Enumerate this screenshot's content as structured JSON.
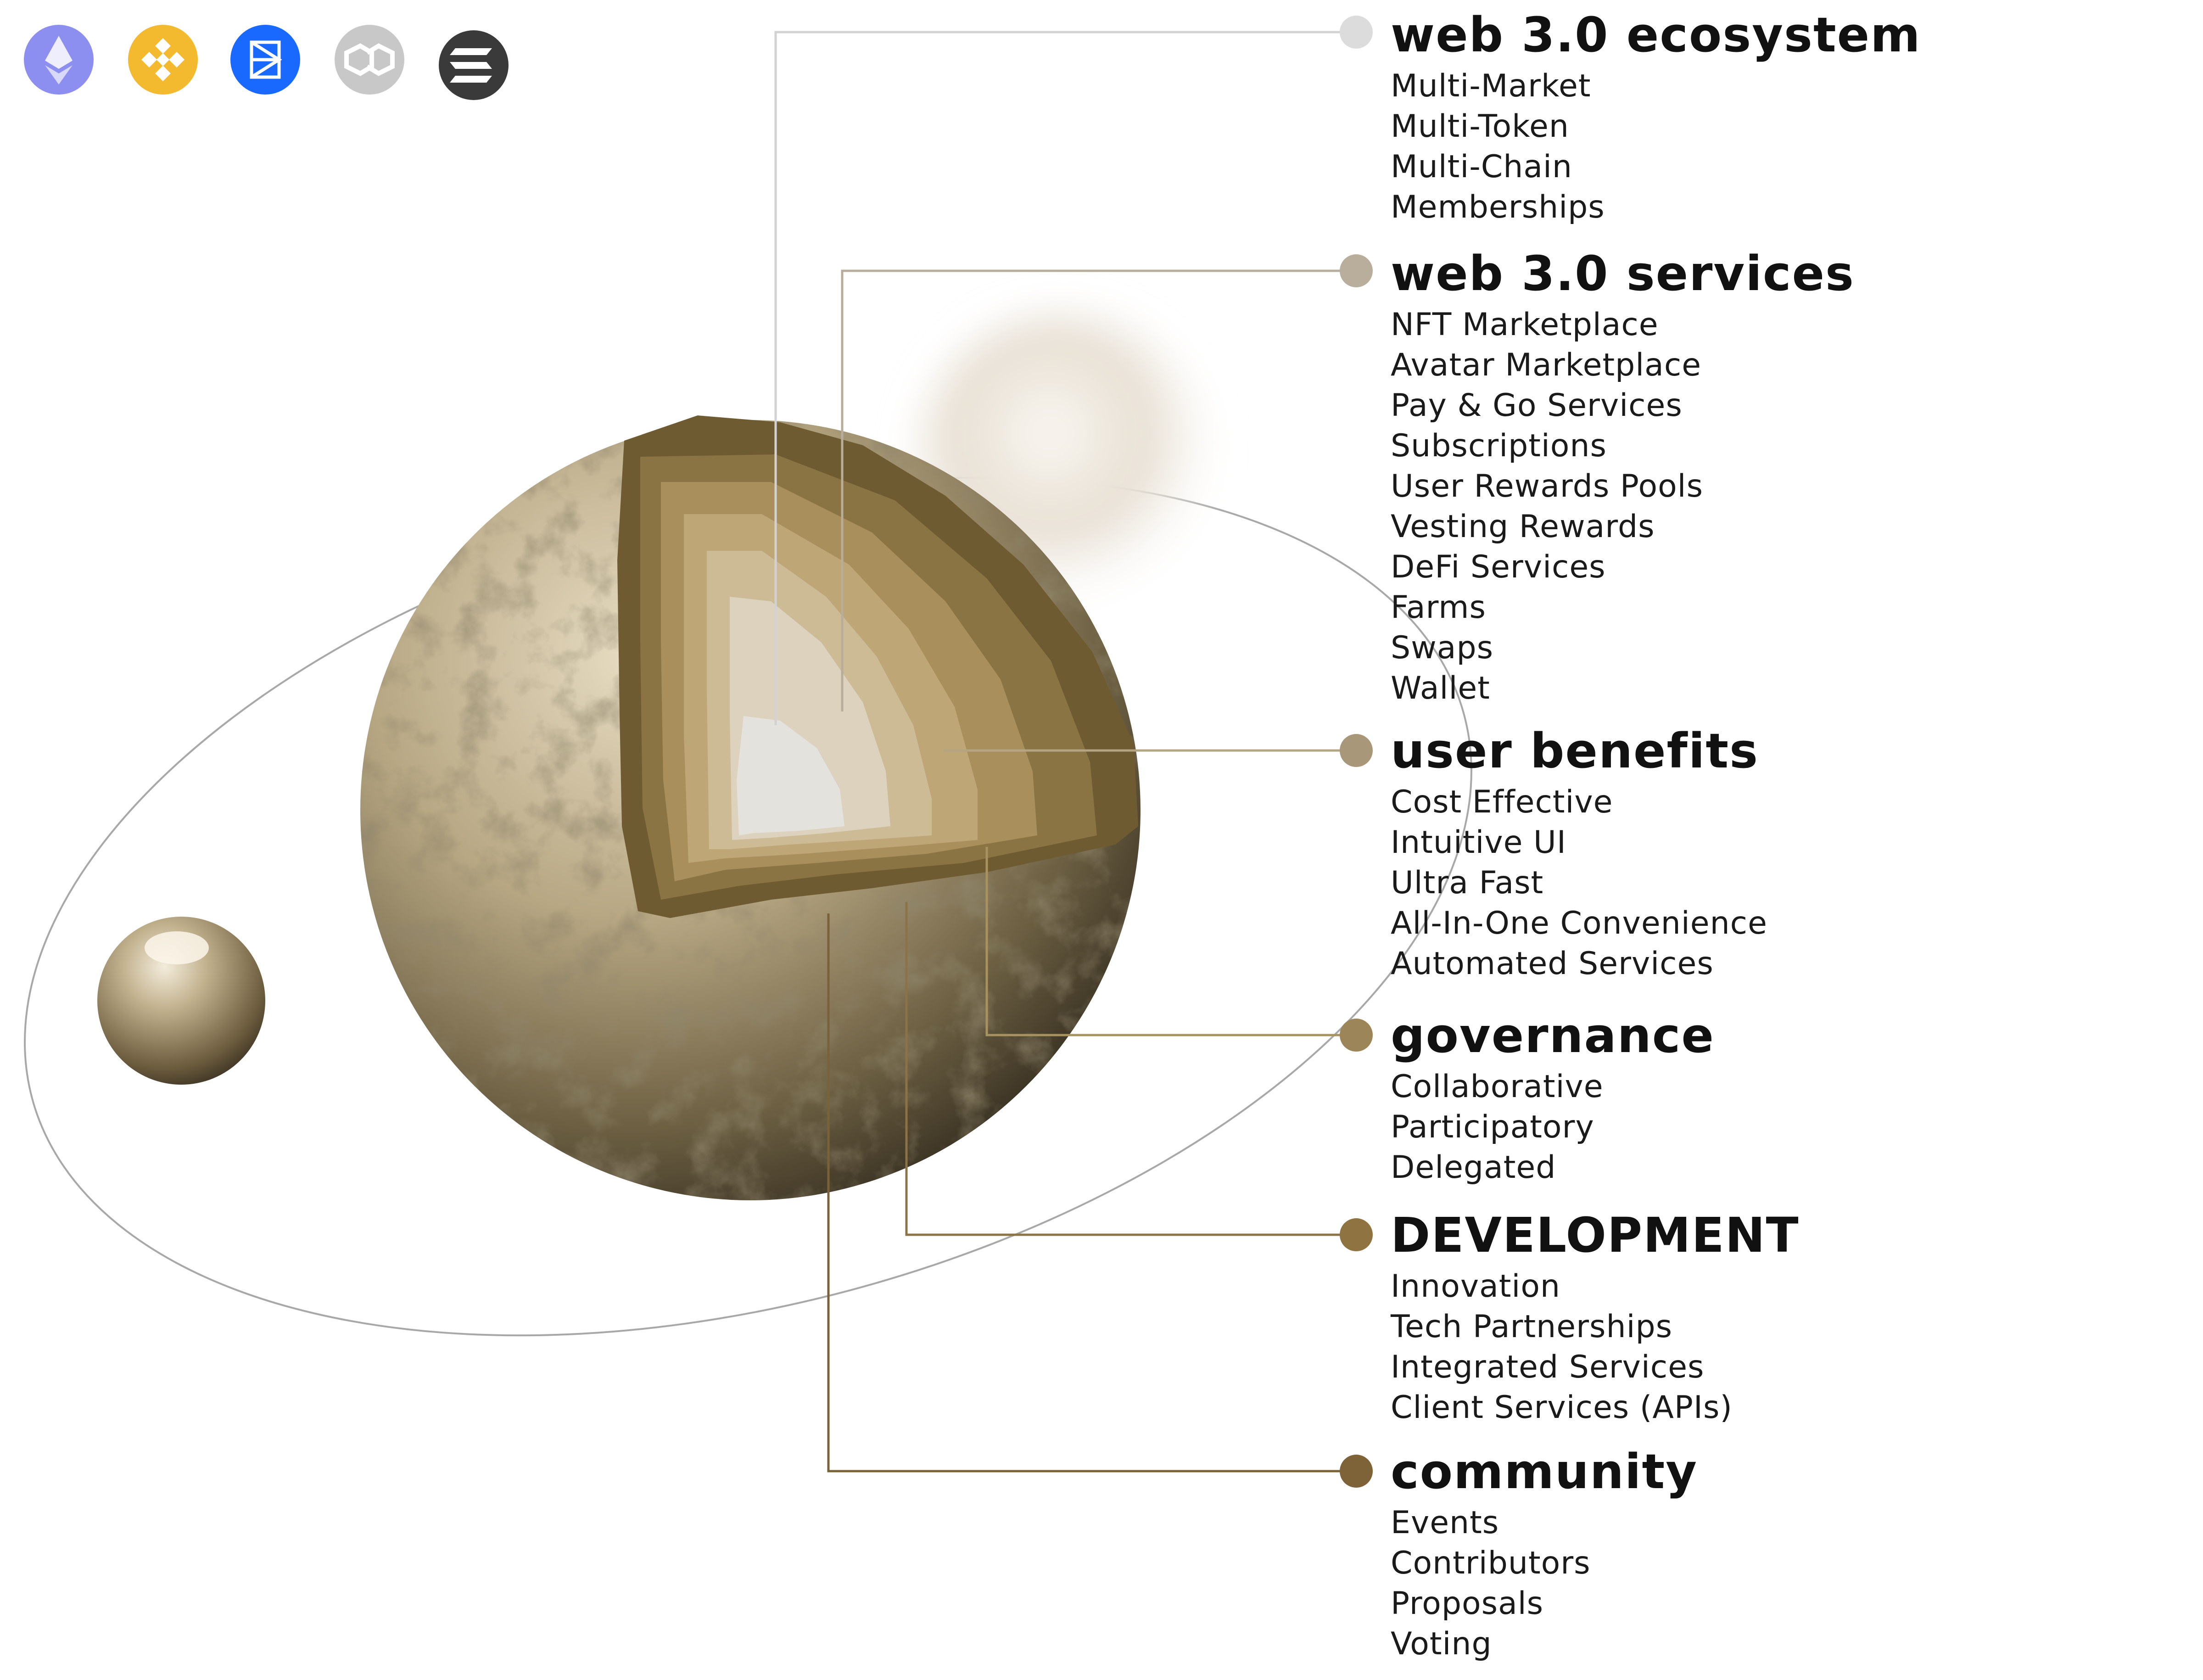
{
  "chain_icons": [
    {
      "icon": "ethereum-icon",
      "color": "#8c8ff0"
    },
    {
      "icon": "binance-icon",
      "color": "#f3ba2f"
    },
    {
      "icon": "fantom-icon",
      "color": "#1969ff"
    },
    {
      "icon": "polygon-icon",
      "color": "#c8c8c8"
    },
    {
      "icon": "solana-icon",
      "color": "#3a3a3a"
    }
  ],
  "colors": {
    "line_light": "#d2d2d2",
    "line_mid": "#b7ad9a",
    "line_dark": "#8b7347",
    "sphere_outer": "#a89a78",
    "core_center": "#e4e2dd"
  },
  "sections": [
    {
      "title": "Web 3.0 Ecosystem",
      "dot_color": "#dcdcdc",
      "items": [
        "Multi-Market",
        "Multi-Token",
        "Multi-Chain",
        "Memberships"
      ]
    },
    {
      "title": "Web 3.0 Services",
      "dot_color": "#b9ae9c",
      "items": [
        "NFT Marketplace",
        "Avatar Marketplace",
        "Pay & Go Services",
        "Subscriptions",
        "User Rewards Pools",
        "Vesting Rewards",
        "DeFi Services",
        "Farms",
        "Swaps",
        "Wallet"
      ]
    },
    {
      "title": "User Benefits",
      "dot_color": "#a89879",
      "items": [
        "Cost Effective",
        "Intuitive UI",
        "Ultra Fast",
        "All-In-One Convenience",
        "Automated Services"
      ]
    },
    {
      "title": "Governance",
      "dot_color": "#9c8559",
      "items": [
        "Collaborative",
        "Participatory",
        "Delegated"
      ]
    },
    {
      "title": "DEVELOPMENT",
      "dot_color": "#8f7442",
      "items": [
        "Innovation",
        "Tech Partnerships",
        "Integrated Services",
        "Client Services (APIs)"
      ]
    },
    {
      "title": "Community",
      "dot_color": "#7e6338",
      "items": [
        "Events",
        "Contributors",
        "Proposals",
        "Voting"
      ]
    }
  ]
}
